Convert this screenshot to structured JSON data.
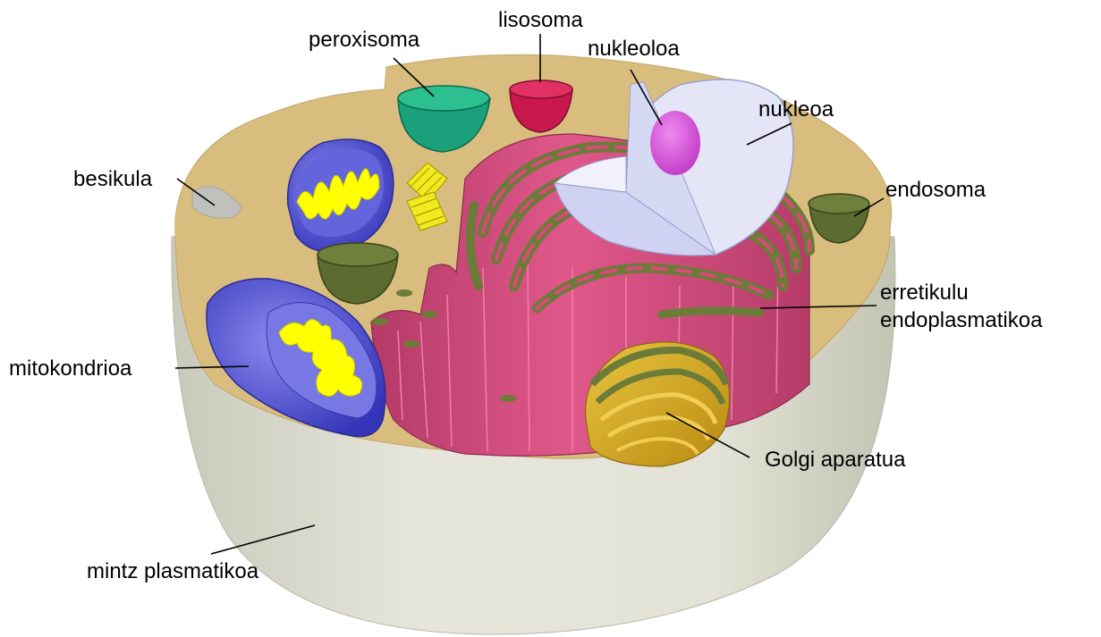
{
  "labels": {
    "peroxisome": "peroxisoma",
    "lysosome": "lisosoma",
    "nucleolus": "nukleoloa",
    "nucleus": "nukleoa",
    "vesicle": "besikula",
    "endosome": "endosoma",
    "er_line1": "erretikulu",
    "er_line2": "endoplasmatikoa",
    "mitochondrion": "mitokondrioa",
    "golgi": "Golgi aparatua",
    "plasma_membrane": "mintz plasmatikoa"
  },
  "colors": {
    "membrane": "#d8d8c8",
    "cytoplasm": "#d9bd7e",
    "mitochondrion": "#4a4ad0",
    "cristae": "#ffff00",
    "peroxisome": "#1aa07a",
    "lysosome": "#c8184e",
    "nucleus": "#e4e6f8",
    "nucleolus": "#d24ad8",
    "endosome": "#5c6b30",
    "er": "#d84a7a",
    "er_rough": "#6b7b38",
    "golgi": "#d6ab1c",
    "vesicle": "#c0c0bc",
    "centriole": "#f2ea20"
  }
}
